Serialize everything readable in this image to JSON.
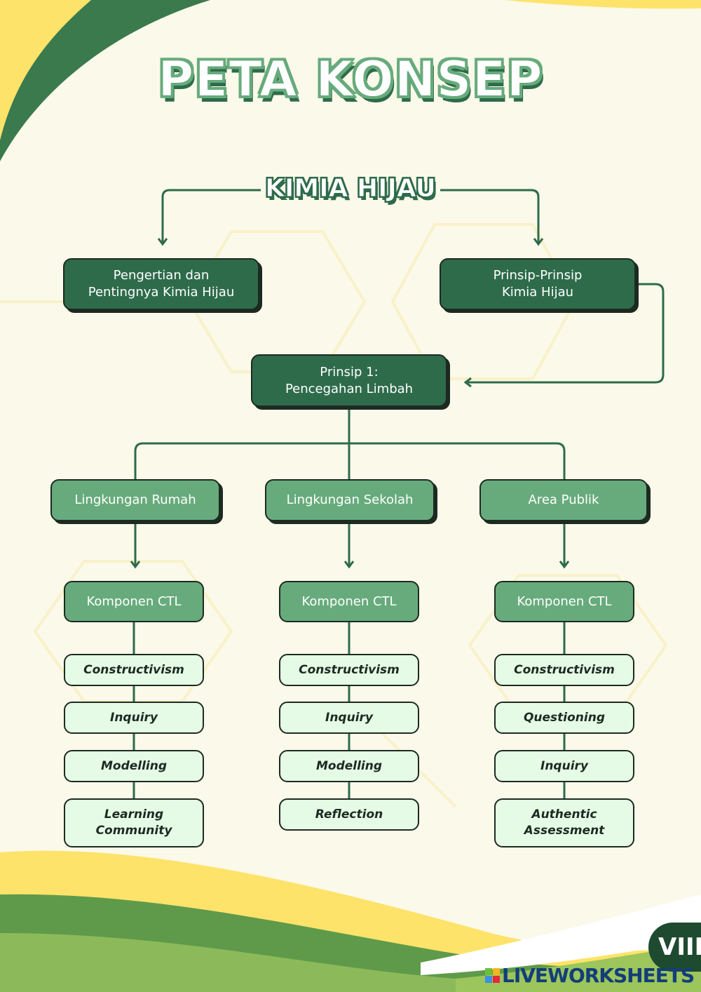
{
  "title": "PETA KONSEP",
  "subtitle": "KIMIA HIJAU",
  "top_boxes": [
    {
      "line1": "Pengertian dan",
      "line2": "Pentingnya Kimia Hijau"
    },
    {
      "line1": "Prinsip-Prinsip",
      "line2": "Kimia Hijau"
    }
  ],
  "principle": {
    "line1": "Prinsip 1:",
    "line2": "Pencegahan Limbah"
  },
  "columns": [
    {
      "area": "Lingkungan Rumah",
      "component": "Komponen CTL",
      "items": [
        "Constructivism",
        "Inquiry",
        "Modelling",
        "Learning Community"
      ]
    },
    {
      "area": "Lingkungan Sekolah",
      "component": "Komponen CTL",
      "items": [
        "Constructivism",
        "Inquiry",
        "Modelling",
        "Reflection"
      ]
    },
    {
      "area": "Area Publik",
      "component": "Komponen CTL",
      "items": [
        "Constructivism",
        "Questioning",
        "Inquiry",
        "Authentic Assessment"
      ]
    }
  ],
  "grade_badge": "VIII",
  "watermark": "LIVEWORKSHEETS",
  "colors": {
    "dark_green": "#2e6b4b",
    "mid_green": "#67ab7c",
    "light_green": "#e6fbe6",
    "yellow": "#fde36a",
    "background": "#fbf9ea"
  }
}
